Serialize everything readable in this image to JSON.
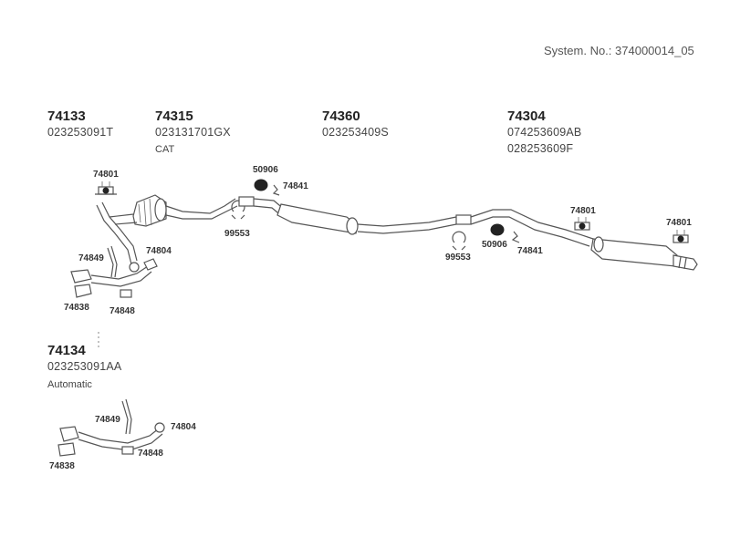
{
  "system": {
    "label": "System. No.: 374000014_05"
  },
  "assemblies": [
    {
      "number": "74133",
      "code": "023253091T",
      "note": ""
    },
    {
      "number": "74315",
      "code": "023131701GX",
      "note": "CAT"
    },
    {
      "number": "74360",
      "code": "023253409S",
      "note": ""
    },
    {
      "number": "74304",
      "code": "074253609AB",
      "code2": "028253609F"
    },
    {
      "number": "74134",
      "code": "023253091AA",
      "note": "Automatic"
    }
  ],
  "parts": {
    "p74801a": "74801",
    "p74849a": "74849",
    "p74804a": "74804",
    "p74838a": "74838",
    "p74848a": "74848",
    "p50906a": "50906",
    "p74841a": "74841",
    "p99553a": "99553",
    "p99553b": "99553",
    "p50906b": "50906",
    "p74841b": "74841",
    "p74801b": "74801",
    "p74801c": "74801",
    "p74849b": "74849",
    "p74804b": "74804",
    "p74838b": "74838",
    "p74848b": "74848"
  }
}
